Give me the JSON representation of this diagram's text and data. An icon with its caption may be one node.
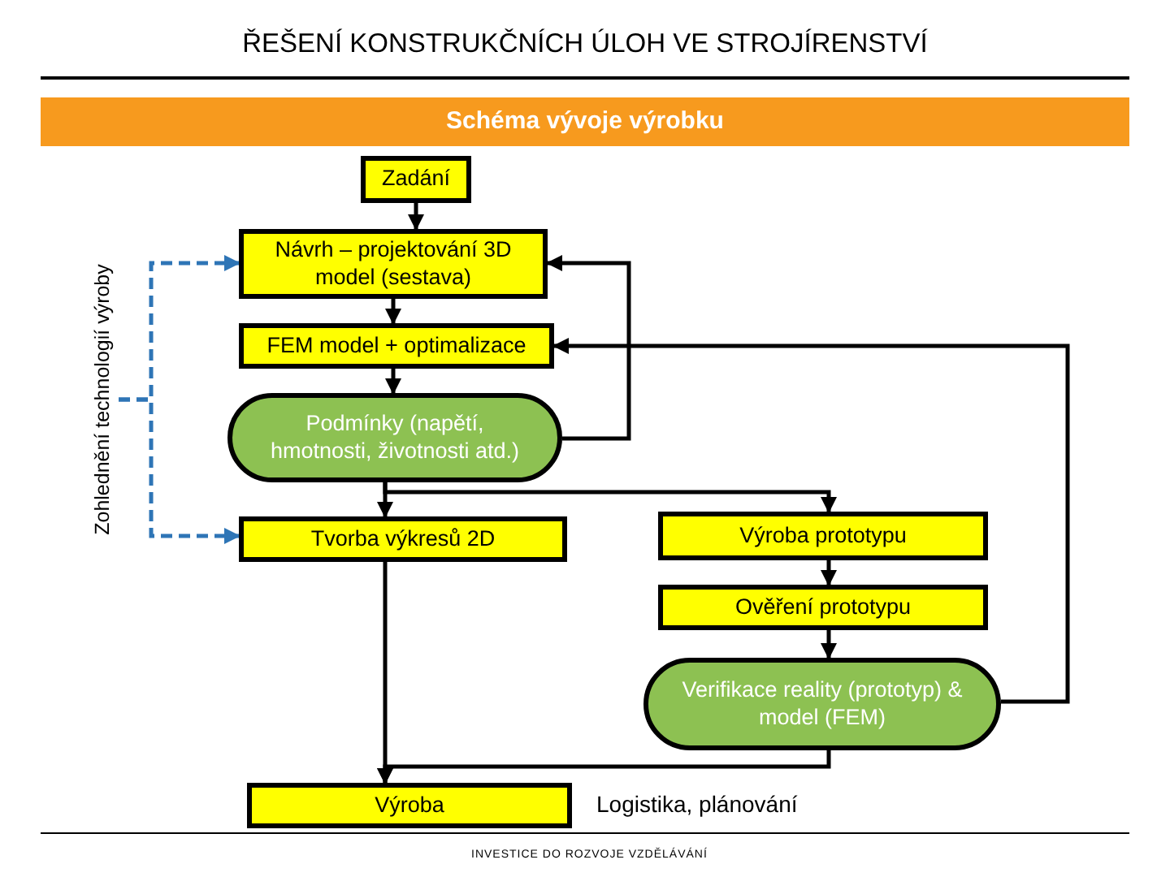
{
  "diagram": {
    "title": "ŘEŠENÍ KONSTRUKČNÍCH ÚLOH VE STROJÍRENSTVÍ",
    "nodes": [
      {
        "text": [
          "Schéma vývoje výrobku"
        ]
      },
      {
        "text": [
          "Zadání"
        ]
      },
      {
        "text": [
          "Návrh – projektování 3D model (sestava)"
        ]
      },
      {
        "text": [
          "FEM model + optimalizace"
        ]
      },
      {
        "text": [
          "Podmínky (napětí, hmotnosti, životnosti atd.)"
        ]
      },
      {
        "text": [
          "Tvorba výkresů 2D"
        ]
      },
      {
        "text": [
          "Výroba prototypu"
        ]
      },
      {
        "text": [
          "Ověření prototypu"
        ]
      },
      {
        "text": [
          "Verifikace reality (prototyp) & model (FEM)"
        ]
      },
      {
        "text": [
          "Výroba"
        ]
      },
      {
        "text": [
          "Zohlednění technologií výroby"
        ]
      }
    ],
    "edges": [
      {
        "from": 1,
        "to": 2,
        "arrow": "to"
      },
      {
        "from": 2,
        "to": 3,
        "arrow": "to"
      },
      {
        "from": 3,
        "to": 4,
        "arrow": "to"
      },
      {
        "from": 4,
        "to": 5,
        "arrow": "to"
      },
      {
        "from": 4,
        "to": 6,
        "arrow": "to"
      },
      {
        "from": 4,
        "to": 2,
        "arrow": "to"
      },
      {
        "from": 6,
        "to": 7,
        "arrow": "to"
      },
      {
        "from": 7,
        "to": 8,
        "arrow": "to"
      },
      {
        "from": 8,
        "to": 3,
        "arrow": "to"
      },
      {
        "from": 5,
        "to": 9,
        "arrow": "to"
      },
      {
        "from": 8,
        "to": 9,
        "arrow": "to"
      },
      {
        "from": 10,
        "to": 2,
        "arrow": "to",
        "style": "dashed",
        "color": "#2e75b6"
      },
      {
        "from": 10,
        "to": 5,
        "arrow": "to",
        "style": "dashed",
        "color": "#2e75b6"
      }
    ],
    "labels": [
      "Logistika, plánování",
      "INVESTICE DO ROZVOJE VZDĚLÁVÁNÍ"
    ]
  }
}
